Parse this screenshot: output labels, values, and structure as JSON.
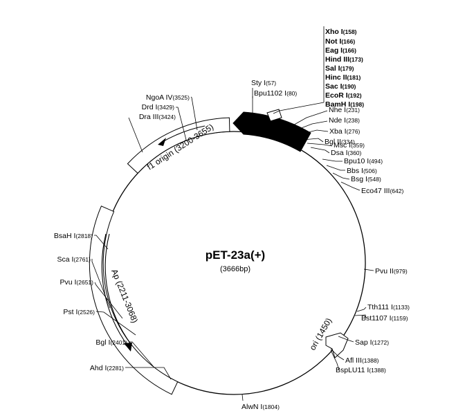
{
  "plasmid": {
    "name": "pET-23a(+)",
    "size_label": "(3666bp)"
  },
  "features": {
    "f1_origin": "f1 origin (3200-3655)",
    "ap": "Ap (2211-3068)",
    "ori": "ori (1450)"
  },
  "mcs_sites": [
    {
      "name": "Xho I",
      "pos": "(158)"
    },
    {
      "name": "Not I",
      "pos": "(166)"
    },
    {
      "name": "Eag I",
      "pos": "(166)"
    },
    {
      "name": "Hind III",
      "pos": "(173)"
    },
    {
      "name": "Sal I",
      "pos": "(179)"
    },
    {
      "name": "Hinc II",
      "pos": "(181)"
    },
    {
      "name": "Sac I",
      "pos": "(190)"
    },
    {
      "name": "EcoR I",
      "pos": "(192)"
    },
    {
      "name": "BamH I",
      "pos": "(198)"
    }
  ],
  "sites": [
    {
      "name": "Sty I",
      "pos": "(57)"
    },
    {
      "name": "Bpu1102 I",
      "pos": "(80)"
    },
    {
      "name": "Nhe I",
      "pos": "(231)"
    },
    {
      "name": "Nde I",
      "pos": "(238)"
    },
    {
      "name": "Xba I",
      "pos": "(276)"
    },
    {
      "name": "Bgl II",
      "pos": "(334)"
    },
    {
      "name": "Msc I",
      "pos": "(359)"
    },
    {
      "name": "Dsa I",
      "pos": "(360)"
    },
    {
      "name": "Bpu10 I",
      "pos": "(494)"
    },
    {
      "name": "Bbs I",
      "pos": "(506)"
    },
    {
      "name": "Bsg I",
      "pos": "(548)"
    },
    {
      "name": "Eco47 III",
      "pos": "(642)"
    },
    {
      "name": "Pvu II",
      "pos": "(979)"
    },
    {
      "name": "Tth111 I",
      "pos": "(1133)"
    },
    {
      "name": "Bst1107 I",
      "pos": "(1159)"
    },
    {
      "name": "Sap I",
      "pos": "(1272)"
    },
    {
      "name": "Afl III",
      "pos": "(1388)"
    },
    {
      "name": "BspLU11 I",
      "pos": "(1388)"
    },
    {
      "name": "AlwN I",
      "pos": "(1804)"
    },
    {
      "name": "Ahd I",
      "pos": "(2281)"
    },
    {
      "name": "Bgl I",
      "pos": "(2401)"
    },
    {
      "name": "Pst I",
      "pos": "(2526)"
    },
    {
      "name": "Pvu I",
      "pos": "(2651)"
    },
    {
      "name": "Sca I",
      "pos": "(2761)"
    },
    {
      "name": "BsaH I",
      "pos": "(2818)"
    },
    {
      "name": "Dra III",
      "pos": "(3424)"
    },
    {
      "name": "Drd I",
      "pos": "(3429)"
    },
    {
      "name": "NgoA IV",
      "pos": "(3525)"
    }
  ]
}
